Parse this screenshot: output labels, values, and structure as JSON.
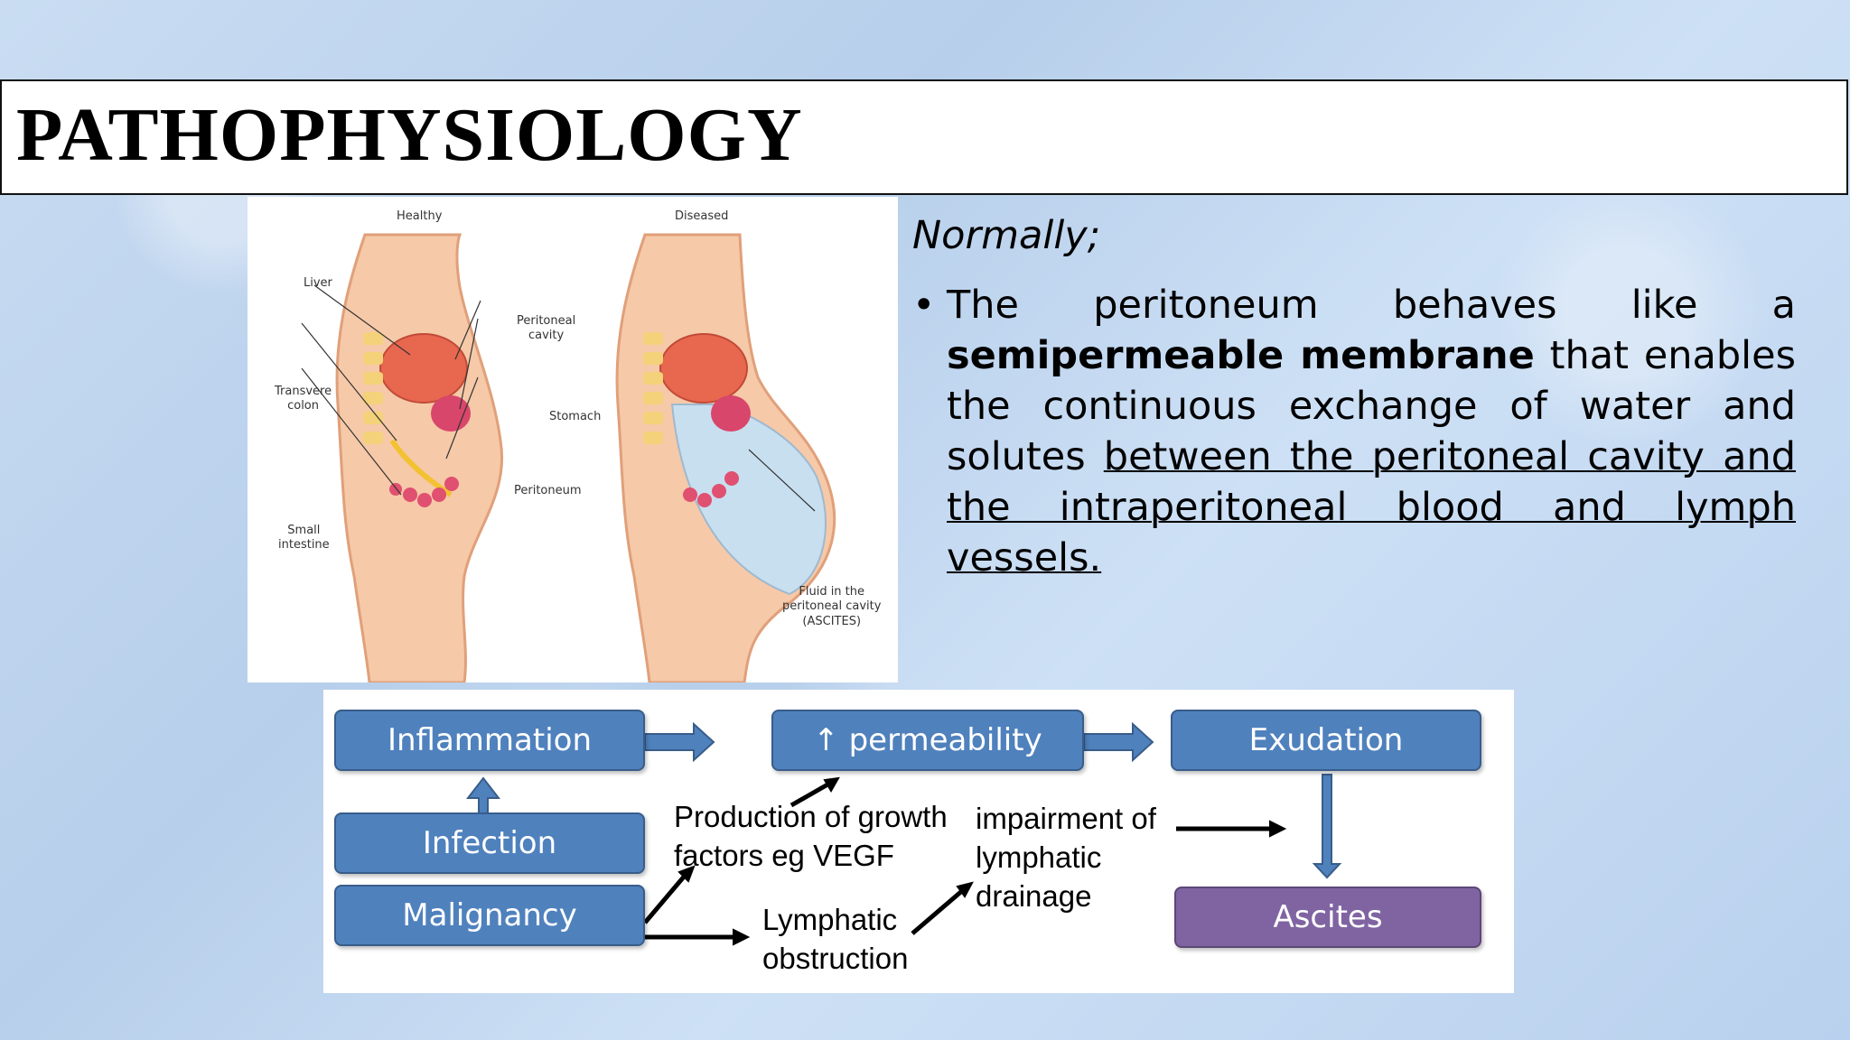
{
  "title": "PATHOPHYSIOLOGY",
  "illustration": {
    "healthy_label": "Healthy",
    "diseased_label": "Diseased",
    "labels": {
      "liver": "Liver",
      "peritoneal_cavity": "Peritoneal\ncavity",
      "transverse_colon": "Transvere\ncolon",
      "stomach": "Stomach",
      "peritoneum": "Peritoneum",
      "small_intestine": "Small\nintestine",
      "fluid": "Fluid in the\nperitoneal cavity\n(ASCITES)"
    }
  },
  "text": {
    "heading": "Normally;",
    "bullet_mark": "•",
    "part1": "The peritoneum behaves like a ",
    "bold": "semipermeable membrane",
    "part2": " that enables the continuous exchange of water and solutes ",
    "underlined": "between the peritoneal cavity and the intraperitoneal blood and lymph vessels."
  },
  "flowchart": {
    "inflammation": "Inflammation",
    "permeability": "↑ permeability",
    "exudation": "Exudation",
    "infection": "Infection",
    "malignancy": "Malignancy",
    "ascites": "Ascites",
    "growth_factors": "Production of growth\nfactors eg VEGF",
    "lymphatic_obstruction": "Lymphatic\nobstruction",
    "impairment": "impairment of\nlymphatic\ndrainage"
  }
}
